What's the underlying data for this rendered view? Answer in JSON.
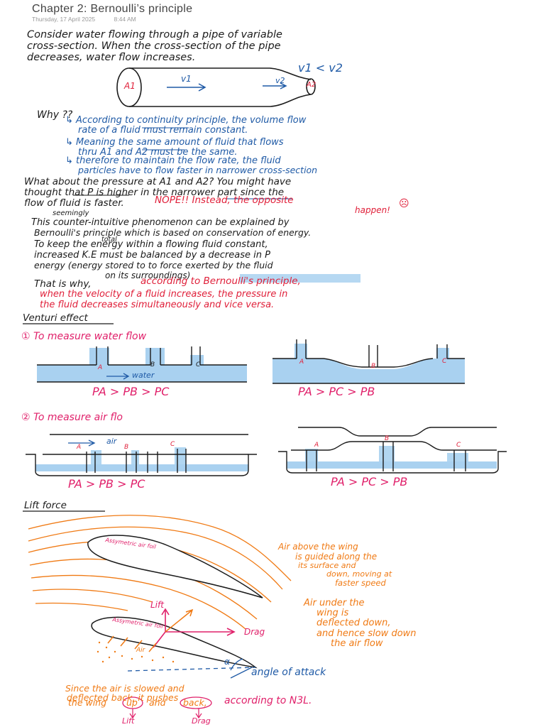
{
  "header": {
    "title": "Chapter 2: Bernoulli’s principle",
    "date": "Thursday, 17 April 2025",
    "time": "8:44 AM"
  },
  "intro": {
    "line1": "Consider water flowing through a pipe of variable",
    "line2": "cross-section. When the cross-section of the pipe",
    "line3": "decreases, water flow increases."
  },
  "pipe": {
    "label_a1": "A1",
    "label_a2": "A2",
    "label_v1": "v1",
    "label_v2": "v2",
    "relation": "v1 < v2"
  },
  "why": {
    "heading": "Why ??",
    "b1_l1": "↳ According to continuity principle, the volume flow",
    "b1_l2": "rate of a fluid must remain constant.",
    "b2_l1": "↳ Meaning the same amount of fluid that flows",
    "b2_l2": "thru A1 and A2 must be the same.",
    "b3_l1": "↳ therefore to maintain the flow rate, the fluid",
    "b3_l2": "particles have to flow faster in narrower cross-section"
  },
  "pressure": {
    "l1": "What about the pressure at A1 and A2? You might have",
    "l2": "thought that P is higher in the narrower part since the",
    "l3a": "flow of fluid is faster.",
    "l3b": "NOPE!! Instead, the opposite",
    "l3c": "happen!",
    "seemingly": "seemingly",
    "l4": "This counter-intuitive phenomenon can be explained by",
    "l5": "Bernoulli's principle which is based on conservation of energy.",
    "total": "total",
    "l6": "To keep the energy within a flowing fluid constant,",
    "l7": "increased K.E must be balanced by a decrease in P",
    "l8": "energy (energy stored to to force exerted by the fluid",
    "l9": "on its surroundings)",
    "l10a": "That is why,",
    "l10b": "according to Bernoulli's principle,",
    "l11": "when the velocity of a fluid increases, the pressure in",
    "l12": "the fluid decreases simultaneously and vice versa."
  },
  "venturi": {
    "heading": "Venturi effect",
    "item1": "① To measure water flow",
    "label_a": "A",
    "label_b": "B",
    "label_c": "C",
    "water": "water",
    "eq1": "PA > PB > PC",
    "eq2": "PA > PC > PB",
    "item2": "② To measure air flo",
    "air": "air",
    "eq3": "PA > PB > PC",
    "eq4": "PA > PC > PB"
  },
  "lift": {
    "heading": "Lift force",
    "airfoil1": "Assymetric air foil",
    "airfoil2": "Assymetric air foil",
    "note1_l1": "Air above the wing",
    "note1_l2": "is guided along the",
    "note1_l3": "its surface and",
    "note1_l4": "down, moving at",
    "note1_l5": "faster speed",
    "note2_l1": "Air under the",
    "note2_l2": "wing is",
    "note2_l3": "deflected down,",
    "note2_l4": "and hence slow down",
    "note2_l5": "the air flow",
    "lift_label": "Lift",
    "drag_label": "Drag",
    "air_label": "Air",
    "alpha": "α",
    "angle_label": "angle of attack",
    "end_l1": "Since the air is slowed and",
    "end_l2": "deflected back, it pushes",
    "end_l3a": "the wing",
    "end_up": "up",
    "end_and": "and",
    "end_back": "back,",
    "end_l3b": "according to N3L.",
    "end_lift": "Lift",
    "end_drag": "Drag"
  },
  "colors": {
    "ink": "#1b1b1b",
    "blue_ink": "#1f5aa6",
    "red_ink": "#e0203a",
    "pink_ink": "#e0206a",
    "orange_ink": "#f07a14",
    "highlight": "#a9d1f0"
  }
}
